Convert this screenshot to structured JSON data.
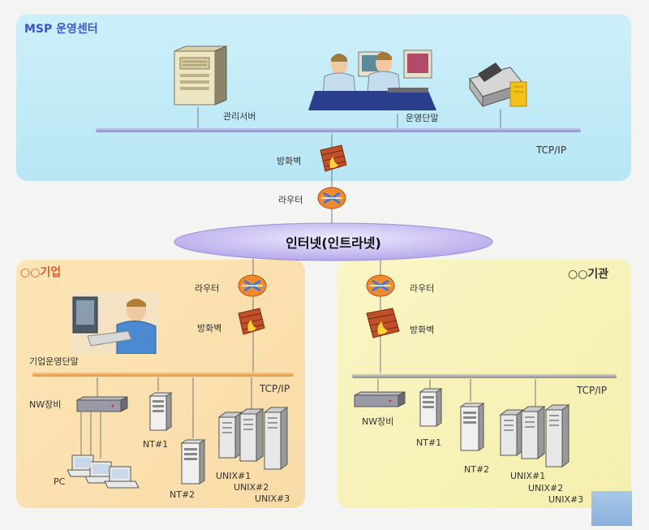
{
  "msp": {
    "title": "MSP 운영센터",
    "mgmt_server_label": "관리서버",
    "ops_terminal_label": "운영단말",
    "protocol_label": "TCP/IP"
  },
  "link": {
    "firewall_label": "방화벽",
    "router_label": "라우터"
  },
  "internet": {
    "label": "인터넷(인트라넷)"
  },
  "enterprise": {
    "title": "○○기업",
    "router_label": "라우터",
    "firewall_label": "방화벽",
    "terminal_label": "기업운영단말",
    "protocol_label": "TCP/IP",
    "nw_label": "NW장비",
    "pc_label": "PC",
    "nt1_label": "NT#1",
    "nt2_label": "NT#2",
    "unix1_label": "UNIX#1",
    "unix2_label": "UNIX#2",
    "unix3_label": "UNIX#3"
  },
  "agency": {
    "title": "○○기관",
    "router_label": "라우터",
    "firewall_label": "방화벽",
    "protocol_label": "TCP/IP",
    "nw_label": "NW장비",
    "nt1_label": "NT#1",
    "nt2_label": "NT#2",
    "unix1_label": "UNIX#1",
    "unix2_label": "UNIX#2",
    "unix3_label": "UNIX#3"
  },
  "colors": {
    "msp_zone": "#c6ecf7",
    "enterprise_zone": "#fbe3b2",
    "agency_zone": "#f8f3b8",
    "msp_title": "#3a55c9",
    "enterprise_title": "#e05a2a",
    "firewall": "#c0502a",
    "router": "#f08a2c",
    "bus_blue": "#a6a8dc",
    "bus_orange": "#f2a555",
    "bus_gray": "#a8a8a8"
  }
}
